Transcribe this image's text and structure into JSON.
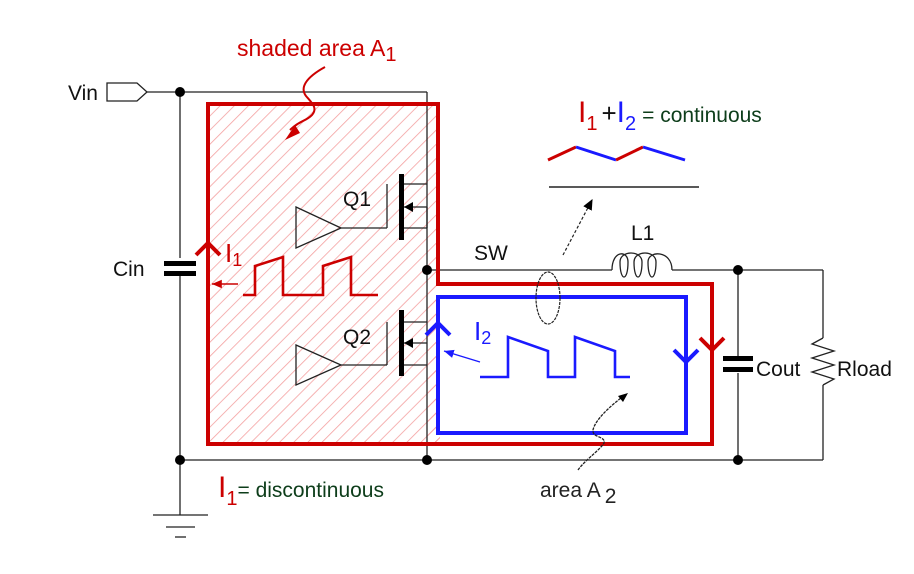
{
  "title": "Buck converter current loops: shaded area A1 vs area A2",
  "labels": {
    "vin": "Vin",
    "cin": "Cin",
    "q1": "Q1",
    "q2": "Q2",
    "sw": "SW",
    "l1": "L1",
    "cout": "Cout",
    "rload": "Rload",
    "shaded_area": "shaded area A",
    "shaded_area_sub": "1",
    "area": "area A",
    "area_sub": "2",
    "i1": "I",
    "i1_sub": "1",
    "i2": "I",
    "i2_sub": "2",
    "sum_i1": "I",
    "sum_i1_sub": "1",
    "sum_plus": "+",
    "sum_i2": "I",
    "sum_i2_sub": "2",
    "sum_text": "= continuous",
    "disc_i": "I",
    "disc_sub": "1",
    "disc_text": "= discontinuous"
  },
  "colors": {
    "loop1": "#cc0000",
    "loop2": "#1a1aff",
    "wire": "#222222",
    "hatch": "#f4a0a0",
    "annotation_text": "#0d3d1a"
  }
}
